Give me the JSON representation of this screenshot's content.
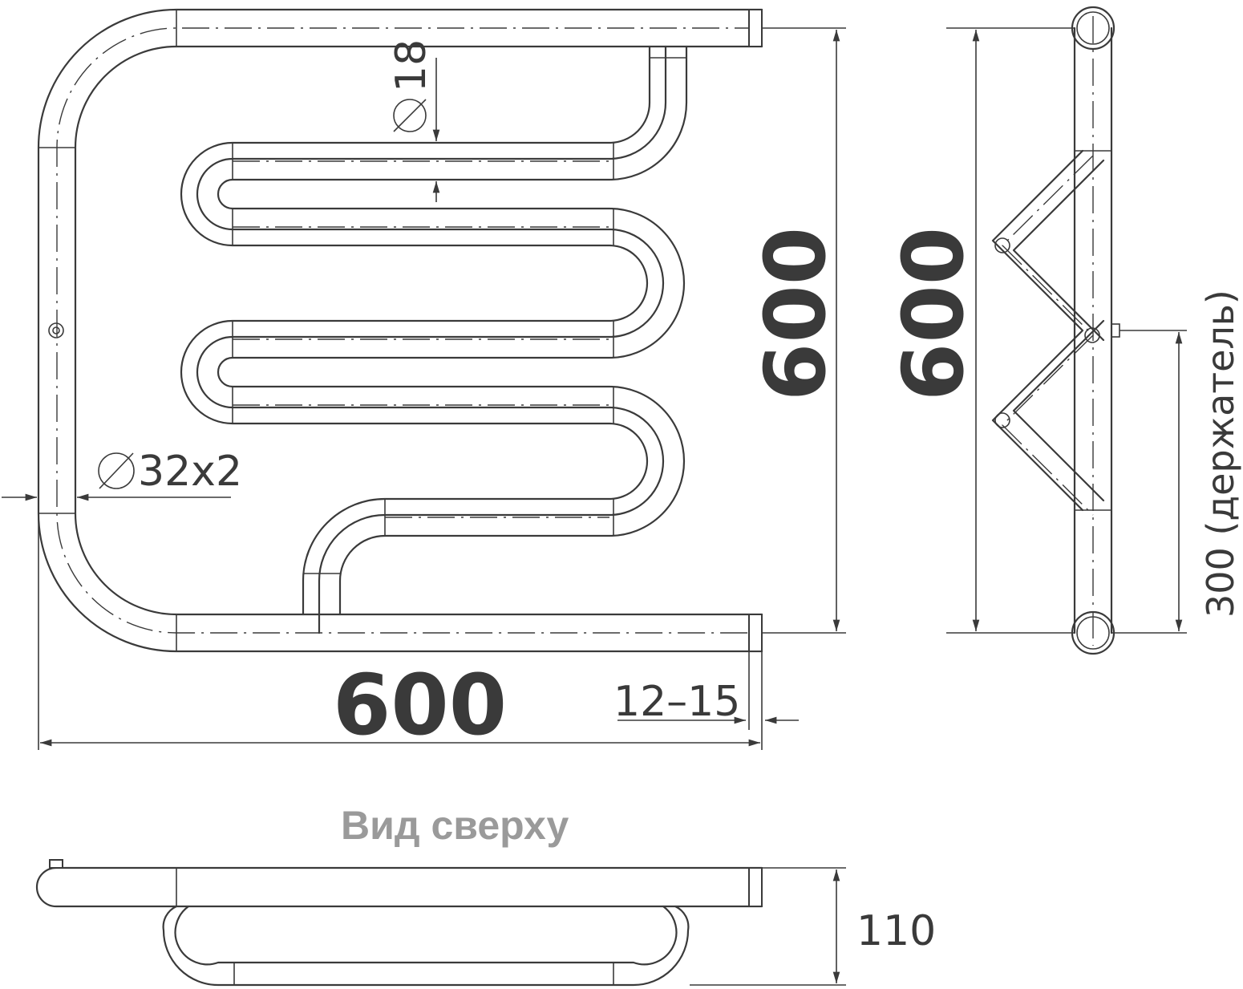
{
  "front_view": {
    "width_label": "600",
    "height_label": "600",
    "main_pipe_label": "32x2",
    "coil_pipe_label": "18",
    "gap_label": "12–15"
  },
  "side_view": {
    "height_label": "600",
    "holder_label": "300 (держатель)"
  },
  "top_view": {
    "title": "Вид сверху",
    "depth_label": "110"
  },
  "colors": {
    "line": "#3a3a3a",
    "title": "#9a9a9a",
    "background": "#ffffff"
  }
}
